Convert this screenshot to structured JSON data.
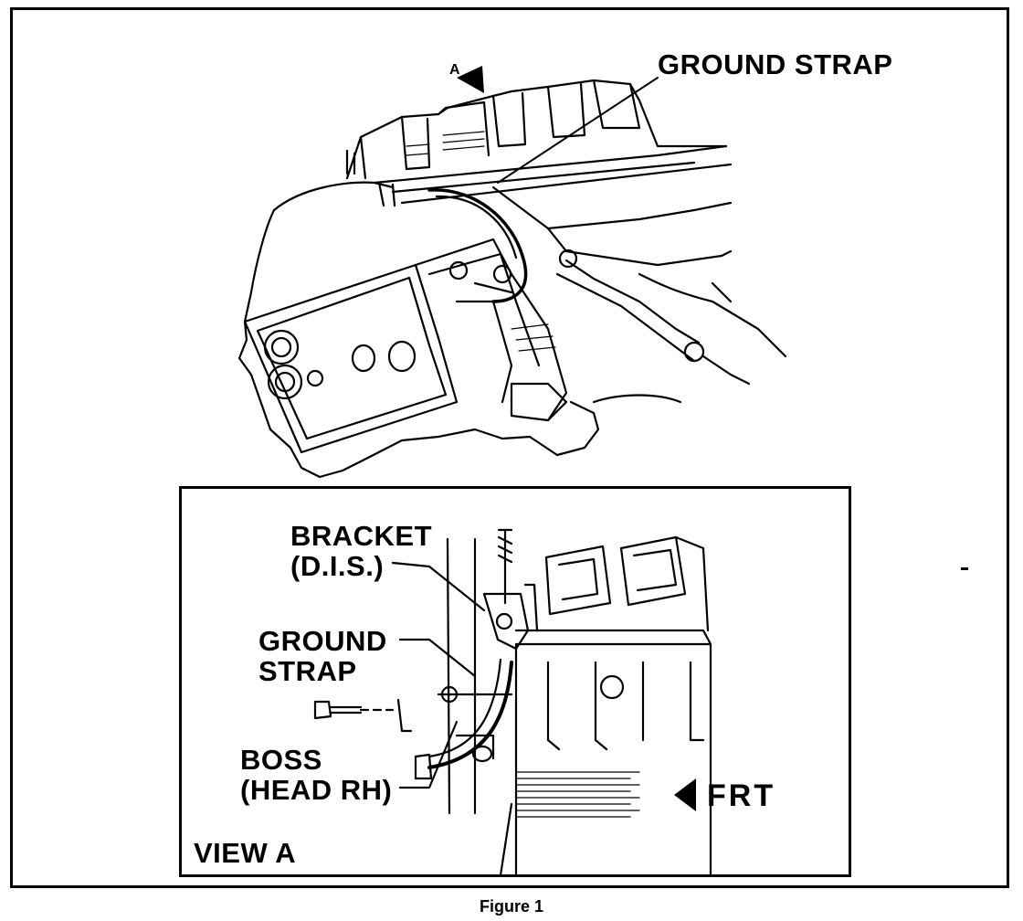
{
  "top_view": {
    "arrow_label": "A",
    "ground_strap_label": "GROUND STRAP"
  },
  "view_a": {
    "bracket_label": "BRACKET\n(D.I.S.)",
    "ground_strap_label": "GROUND\nSTRAP",
    "boss_label": "BOSS\n(HEAD RH)",
    "front_label": "FRT",
    "title": "VIEW A"
  },
  "caption": "Figure 1"
}
